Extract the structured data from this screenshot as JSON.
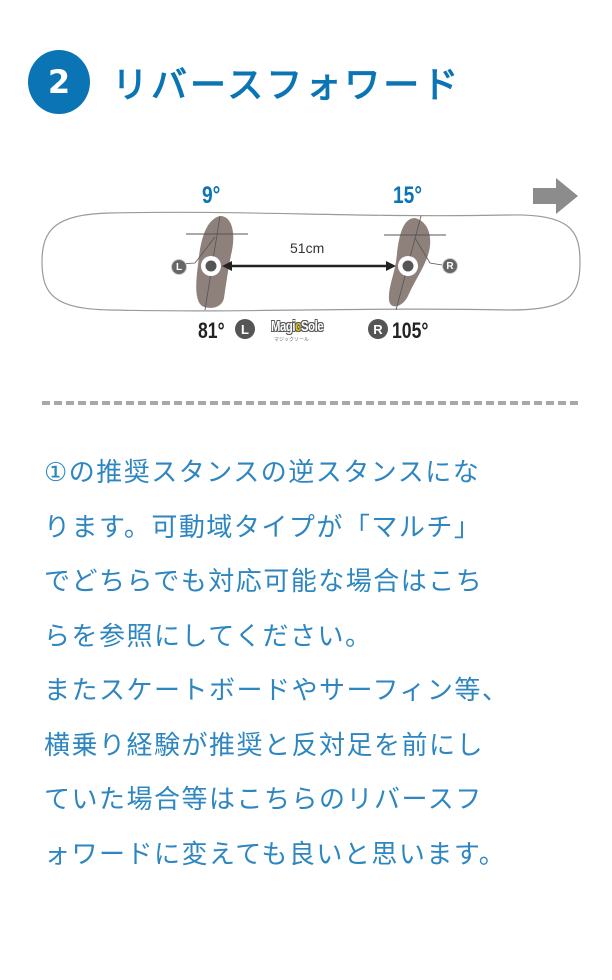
{
  "header": {
    "step_number": "2",
    "title": "リバースフォワード",
    "accent_color": "#0A74B5"
  },
  "diagram": {
    "left_foot": {
      "angle_top": "9°",
      "angle_bottom": "81°",
      "tag": "L"
    },
    "right_foot": {
      "angle_top": "15°",
      "angle_bottom": "105°",
      "tag": "R"
    },
    "stance_width": "51cm",
    "logo": {
      "part1": "Magi",
      "highlight": "c",
      "part2": "Sole",
      "sub": "マジックソール"
    },
    "direction_icon": "arrow-right-icon"
  },
  "body": {
    "text_color": "#2E86C1",
    "lines": [
      "①の推奨スタンスの逆スタンスにな",
      "ります。可動域タイプが「マルチ」",
      "でどちらでも対応可能な場合はこち",
      "らを参照にしてください。",
      "またスケートボードやサーフィン等、",
      "横乗り経験が推奨と反対足を前にし",
      "ていた場合等はこちらのリバースフ",
      "ォワードに変えても良いと思います。"
    ]
  }
}
